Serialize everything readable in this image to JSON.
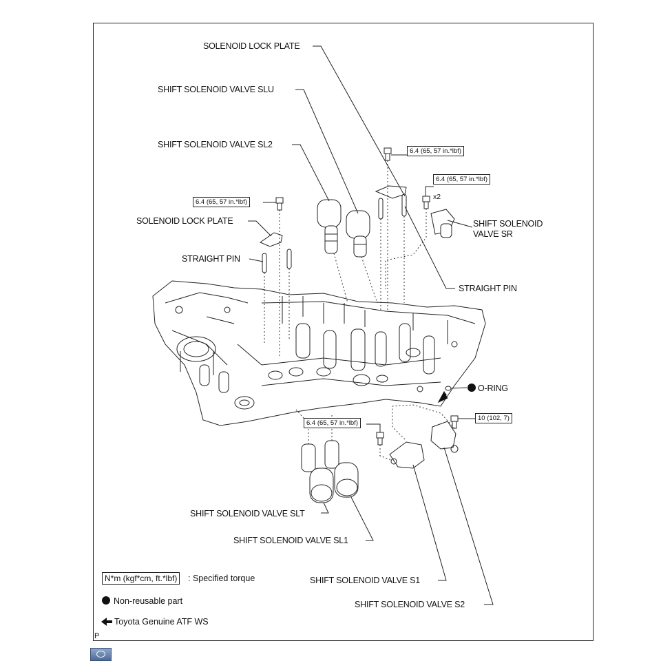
{
  "labels": {
    "lock_plate_top": "SOLENOID LOCK PLATE",
    "slu": "SHIFT SOLENOID VALVE SLU",
    "sl2": "SHIFT SOLENOID VALVE SL2",
    "lock_plate_left": "SOLENOID LOCK PLATE",
    "straight_pin_left": "STRAIGHT PIN",
    "sr_line1": "SHIFT SOLENOID",
    "sr_line2": "VALVE SR",
    "straight_pin_right": "STRAIGHT PIN",
    "o_ring": "O-RING",
    "slt": "SHIFT SOLENOID VALVE SLT",
    "sl1": "SHIFT SOLENOID VALVE SL1",
    "s1": "SHIFT SOLENOID VALVE S1",
    "s2": "SHIFT SOLENOID VALVE S2",
    "x2": "x2"
  },
  "torques": {
    "t_top": "6.4 (65, 57 in.*lbf)",
    "t_right": "6.4 (65, 57 in.*lbf)",
    "t_left": "6.4 (65, 57 in.*lbf)",
    "t_bottom": "6.4 (65, 57 in.*lbf)",
    "t_s2": "10 (102, 7)"
  },
  "legend": {
    "torque_unit": "N*m (kgf*cm, ft.*lbf)",
    "torque_desc": ": Specified torque",
    "non_reusable": "Non-reusable part",
    "atf": "Toyota Genuine ATF WS"
  },
  "corner_mark": "P",
  "icons": [
    "filled-circle-icon",
    "arrow-left-icon",
    "toyota-logo-icon"
  ]
}
